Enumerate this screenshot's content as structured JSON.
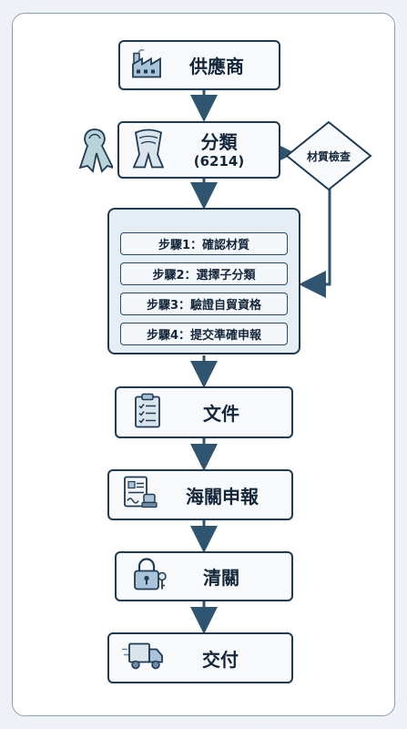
{
  "nodes": {
    "supplier": "供應商",
    "classification": "分類",
    "classification_code": "(6214)",
    "material_check": "材質檢查",
    "document": "文件",
    "customs": "海關申報",
    "clearance": "清關",
    "delivery": "交付"
  },
  "steps": [
    "步驟1：確認材質",
    "步驟2：選擇子分類",
    "步驟3：驗證自貿資格",
    "步驟4：提交準確申報"
  ],
  "colors": {
    "border": "#1f3a52",
    "arrow": "#2f5570",
    "icon_fill": "#a9c4d8",
    "step_box_bg": "#e6eef5"
  },
  "icons": [
    "factory-icon",
    "scarf-icon",
    "ribbon-icon",
    "clipboard-icon",
    "customs-form-icon",
    "padlock-key-icon",
    "delivery-truck-icon"
  ]
}
